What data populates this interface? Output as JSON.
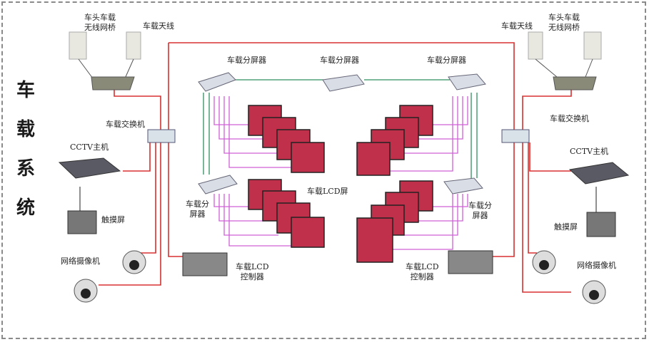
{
  "title_chars": [
    "车",
    "载",
    "系",
    "统"
  ],
  "labels": {
    "bridge": [
      "车头车载",
      "无线网桥"
    ],
    "antenna": "车载天线",
    "switch": "车载交换机",
    "cctv_host": "CCTV主机",
    "touchscreen": "触摸屏",
    "ip_camera": "网络摄像机",
    "splitter": "车载分屏器",
    "splitter_split": [
      "车载分",
      "屏器"
    ],
    "lcd_screen": "车载LCD屏",
    "lcd_controller": [
      "车载LCD",
      "控制器"
    ]
  },
  "colors": {
    "red_link": "#d93030",
    "green_link": "#2f8f5f",
    "magenta_link": "#d060d8",
    "screen_red": "#c0304a",
    "frame": "#8a8a8a"
  }
}
